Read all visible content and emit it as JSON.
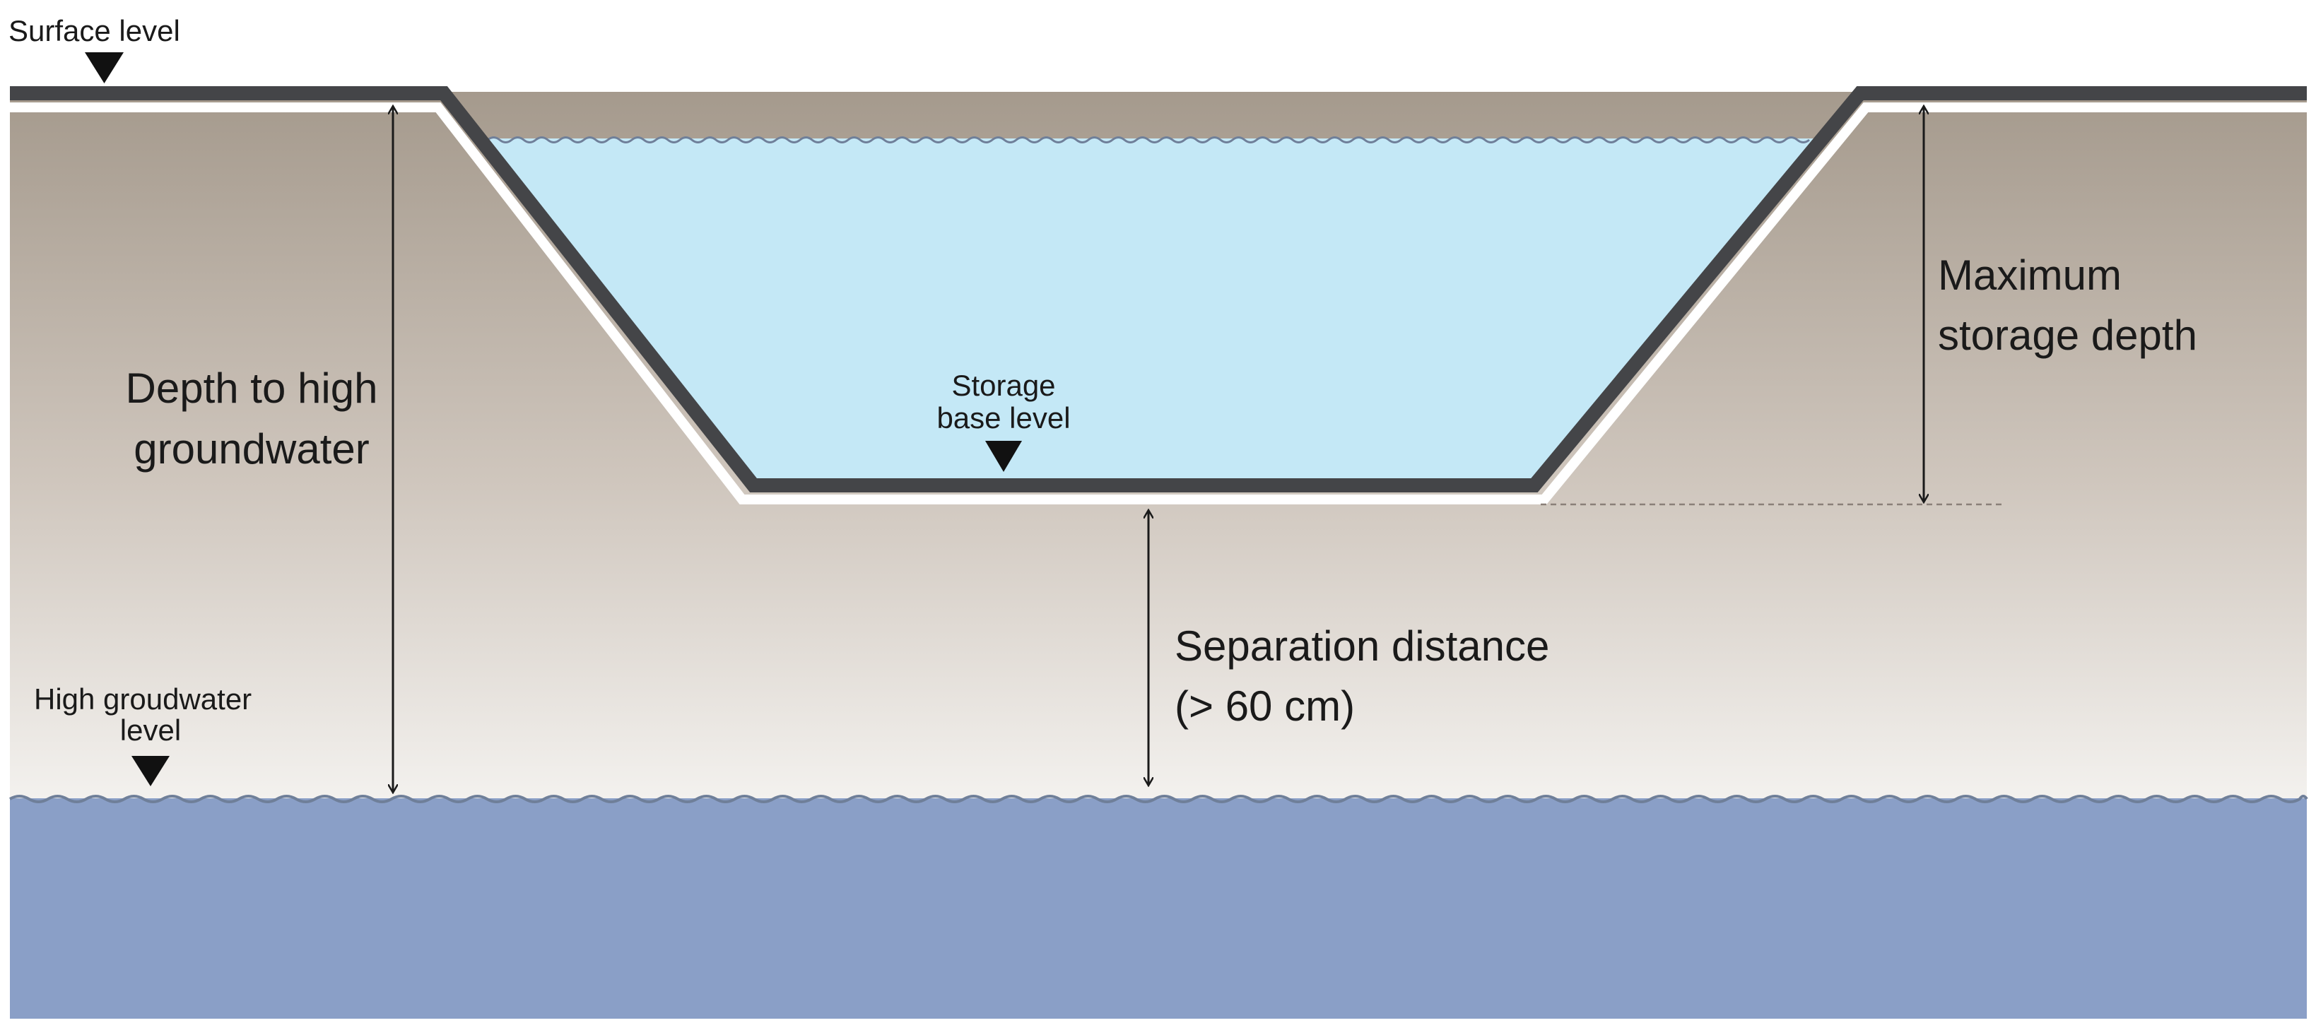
{
  "labels": {
    "surface_level": "Surface level",
    "storage_base_level_line1": "Storage",
    "storage_base_level_line2": "base level",
    "depth_to_high_groundwater_line1": "Depth to high",
    "depth_to_high_groundwater_line2": "groundwater",
    "maximum_storage_depth_line1": "Maximum",
    "maximum_storage_depth_line2": "storage depth",
    "separation_distance_line1": "Separation distance",
    "separation_distance_line2": "(> 60 cm)",
    "high_groundwater_level_line1": "High groudwater",
    "high_groundwater_level_line2": "level"
  },
  "colors": {
    "soil_top": "#a59a8d",
    "soil_mid": "#cfc6bd",
    "soil_bottom": "#f3f1ee",
    "pond_water": "#c4e8f6",
    "groundwater": "#8a9fc7",
    "liner_dark": "#444548",
    "liner_light": "#ffffff",
    "wave_line": "#6f7f99",
    "arrow": "#1a1a1a"
  },
  "icons": {
    "level_marker": "inverted-triangle-icon",
    "wave": "wave-line-icon",
    "arrow": "double-headed-arrow-icon"
  }
}
